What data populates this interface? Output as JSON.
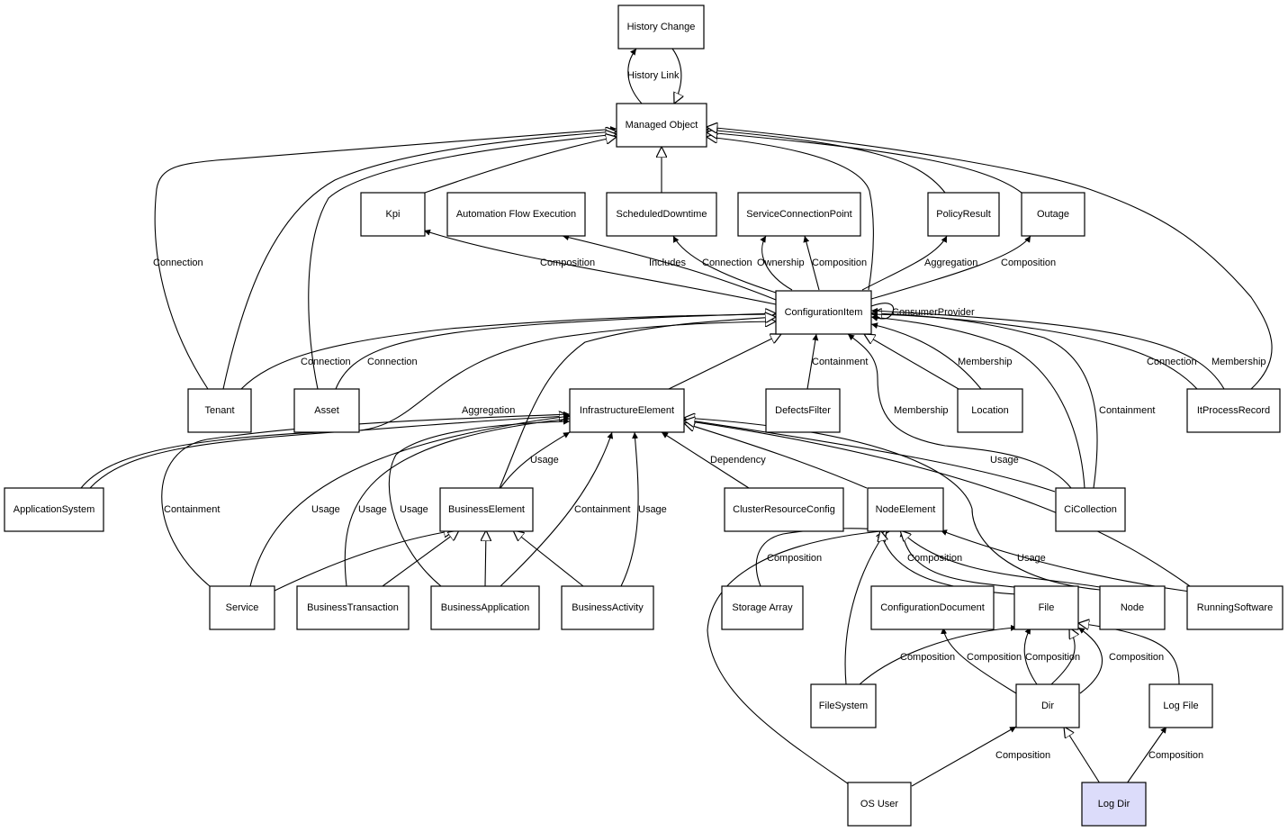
{
  "nodes": {
    "history_change": "History Change",
    "managed_object": "Managed Object",
    "kpi": "Kpi",
    "automation_flow_execution": "Automation Flow Execution",
    "scheduled_downtime": "ScheduledDowntime",
    "service_connection_point": "ServiceConnectionPoint",
    "policy_result": "PolicyResult",
    "outage": "Outage",
    "configuration_item": "ConfigurationItem",
    "tenant": "Tenant",
    "asset": "Asset",
    "infrastructure_element": "InfrastructureElement",
    "defects_filter": "DefectsFilter",
    "location": "Location",
    "it_process_record": "ItProcessRecord",
    "application_system": "ApplicationSystem",
    "business_element": "BusinessElement",
    "cluster_resource_config": "ClusterResourceConfig",
    "node_element": "NodeElement",
    "ci_collection": "CiCollection",
    "service": "Service",
    "business_transaction": "BusinessTransaction",
    "business_application": "BusinessApplication",
    "business_activity": "BusinessActivity",
    "storage_array": "Storage Array",
    "configuration_document": "ConfigurationDocument",
    "file": "File",
    "node": "Node",
    "running_software": "RunningSoftware",
    "file_system": "FileSystem",
    "dir": "Dir",
    "log_file": "Log File",
    "os_user": "OS User",
    "log_dir": "Log Dir"
  },
  "edge_labels": {
    "history_link": "History Link",
    "mo_tenant_connection": "Connection",
    "ci_kpi_composition": "Composition",
    "ci_afe_includes": "Includes",
    "ci_sd_connection": "Connection",
    "ci_scp_ownership": "Ownership",
    "ci_scp_composition": "Composition",
    "ci_policy_aggregation": "Aggregation",
    "ci_outage_composition": "Composition",
    "ci_self_consumer_provider": "ConsumerProvider",
    "tenant_ci_connection": "Connection",
    "asset_ci_connection": "Connection",
    "defects_containment": "Containment",
    "location_membership": "Membership",
    "cicollection_membership": "Membership",
    "cicollection_containment": "Containment",
    "itprocess_connection": "Connection",
    "itprocess_membership": "Membership",
    "appsys_aggregation": "Aggregation",
    "be_usage": "Usage",
    "cluster_dependency": "Dependency",
    "cicollection_usage": "Usage",
    "service_containment": "Containment",
    "service_usage": "Usage",
    "bt_usage": "Usage",
    "ba_usage": "Usage",
    "ba_containment": "Containment",
    "bact_usage": "Usage",
    "storage_composition": "Composition",
    "file_composition": "Composition",
    "running_usage": "Usage",
    "filesystem_composition": "Composition",
    "dir_cd_composition": "Composition",
    "dir_file_composition": "Composition",
    "logfile_composition": "Composition",
    "osuser_composition": "Composition",
    "logdir_composition": "Composition"
  }
}
